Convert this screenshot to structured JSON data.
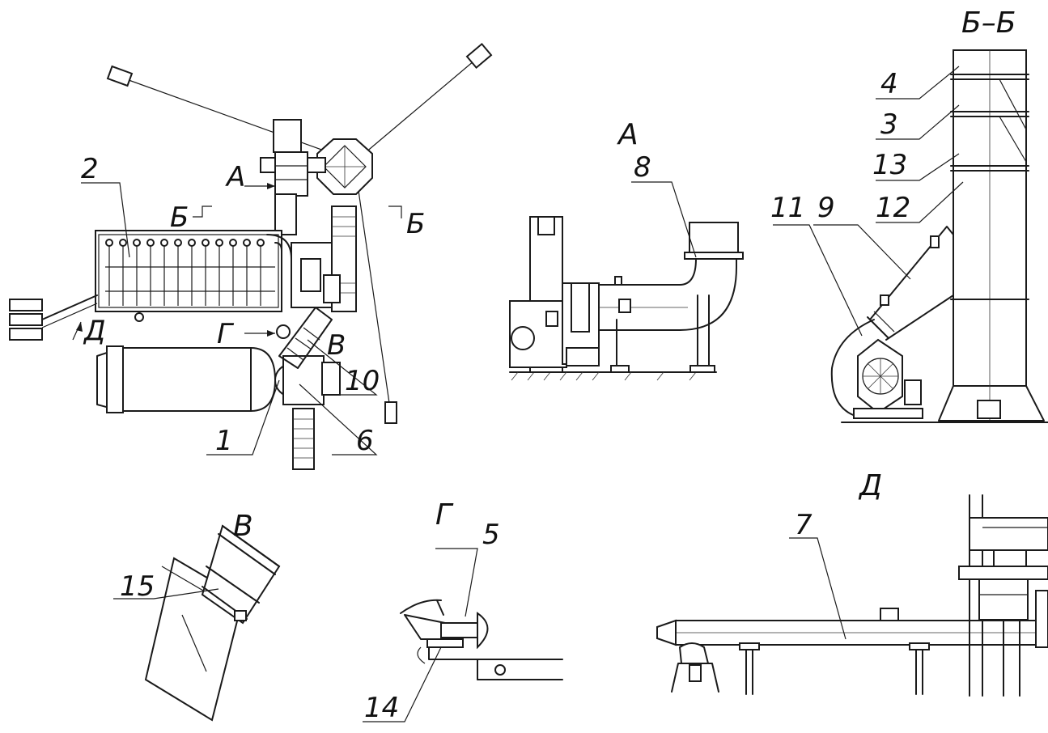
{
  "labels": {
    "n1": "1",
    "n2": "2",
    "n3": "3",
    "n4": "4",
    "n5": "5",
    "n6": "6",
    "n7": "7",
    "n8": "8",
    "n9": "9",
    "n10": "10",
    "n11": "11",
    "n12": "12",
    "n13": "13",
    "n14": "14",
    "n15": "15"
  },
  "view_labels": {
    "a_arrow": "А",
    "b_left": "Б",
    "b_right": "Б",
    "g_arrow": "Г",
    "v_arrow": "В",
    "d_arrow": "Д",
    "view_a": "А",
    "view_bb": "Б–Б",
    "view_v": "В",
    "view_g": "Г",
    "view_d": "Д"
  }
}
